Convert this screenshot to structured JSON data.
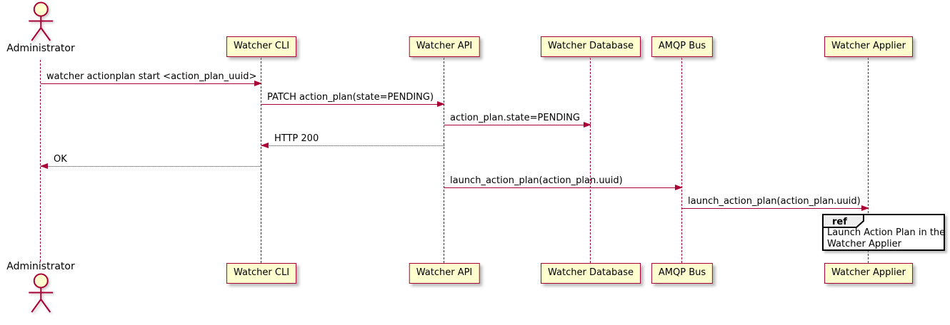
{
  "diagram_type": "sequence",
  "actor": {
    "name": "Administrator"
  },
  "participants": [
    {
      "name": "Watcher CLI"
    },
    {
      "name": "Watcher API"
    },
    {
      "name": "Watcher Database"
    },
    {
      "name": "AMQP Bus"
    },
    {
      "name": "Watcher Applier"
    }
  ],
  "messages": [
    {
      "from": "Administrator",
      "to": "Watcher CLI",
      "label": "watcher actionplan start <action_plan_uuid>",
      "kind": "call"
    },
    {
      "from": "Watcher CLI",
      "to": "Watcher API",
      "label": "PATCH action_plan(state=PENDING)",
      "kind": "call"
    },
    {
      "from": "Watcher API",
      "to": "Watcher Database",
      "label": "action_plan.state=PENDING",
      "kind": "call"
    },
    {
      "from": "Watcher API",
      "to": "Watcher CLI",
      "label": "HTTP 200",
      "kind": "return"
    },
    {
      "from": "Watcher CLI",
      "to": "Administrator",
      "label": "OK",
      "kind": "return"
    },
    {
      "from": "Watcher API",
      "to": "AMQP Bus",
      "label": "launch_action_plan(action_plan.uuid)",
      "kind": "call"
    },
    {
      "from": "AMQP Bus",
      "to": "Watcher Applier",
      "label": "launch_action_plan(action_plan.uuid)",
      "kind": "call"
    }
  ],
  "ref": {
    "keyword": "ref",
    "lines": [
      "Launch Action Plan in the",
      "Watcher Applier"
    ]
  },
  "colors": {
    "accent": "#A80036",
    "participant_fill": "#FEFECE",
    "ref_header_fill": "#EEEEEE",
    "ref_border": "#000000",
    "text": "#000000",
    "background": "#FFFFFF"
  }
}
